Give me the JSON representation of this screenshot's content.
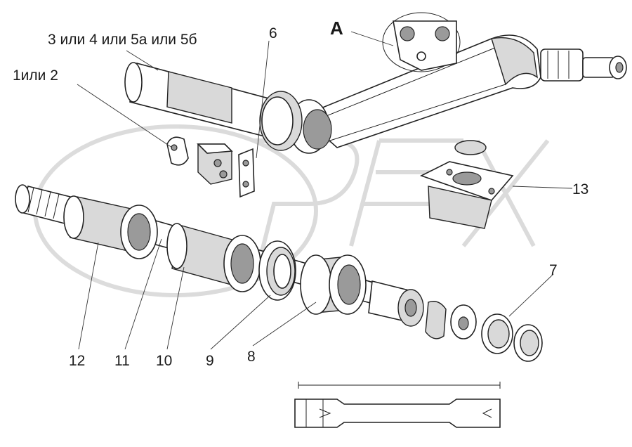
{
  "labels": {
    "part_3_4_5": "3 или 4 или 5а или 5б",
    "part_6": "6",
    "part_A": "А",
    "part_1_2": "1или 2",
    "part_13": "13",
    "part_7": "7",
    "part_12": "12",
    "part_11": "11",
    "part_10": "10",
    "part_9": "9",
    "part_8": "8"
  },
  "watermark": "OPEX",
  "colors": {
    "line": "#222222",
    "shade": "#d9d9d9",
    "watermark": "#d8d8d8"
  }
}
